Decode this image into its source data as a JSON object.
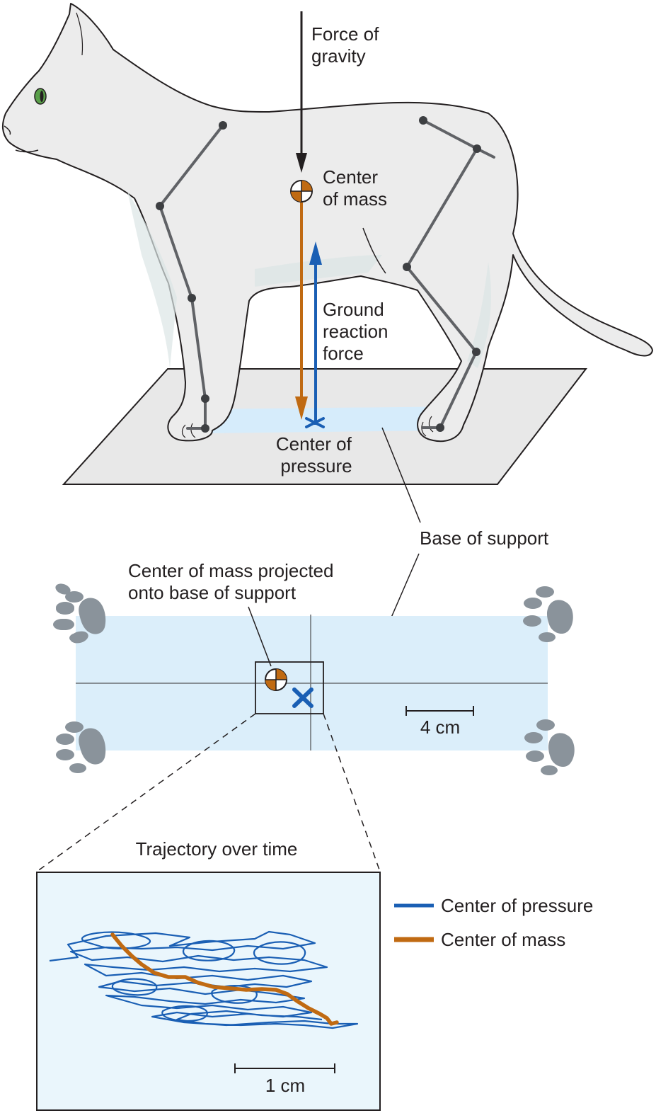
{
  "labels": {
    "force_of_gravity": [
      "Force of",
      "gravity"
    ],
    "center_of_mass": [
      "Center",
      "of mass"
    ],
    "ground_reaction_force": [
      "Ground",
      "reaction",
      "force"
    ],
    "center_of_pressure": [
      "Center of",
      "pressure"
    ],
    "base_of_support": "Base of support",
    "com_projected": [
      "Center of mass projected",
      "onto base of support"
    ],
    "scale_4cm": "4 cm",
    "trajectory_title": "Trajectory over time",
    "scale_1cm": "1 cm"
  },
  "legend": [
    {
      "label": "Center of pressure",
      "color": "#1a5fb4"
    },
    {
      "label": "Center of mass",
      "color": "#c06a12"
    }
  ],
  "colors": {
    "cat_fill": "#ececec",
    "platform_fill": "#e8e8e8",
    "base_fill": "#dbeefa",
    "inset_fill": "#eaf6fc",
    "paw": "#8a939b",
    "bone": "#606266",
    "cop_blue": "#1a5fb4",
    "com_orange": "#c06a12"
  }
}
